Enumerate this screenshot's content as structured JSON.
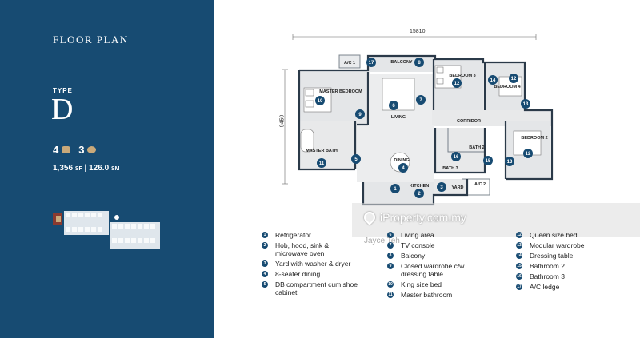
{
  "sidebar": {
    "title": "FLOOR PLAN",
    "type_label": "TYPE",
    "type_value": "D",
    "bedrooms": "4",
    "bathrooms": "3",
    "area_sf": "1,356",
    "area_sf_unit": "SF",
    "area_sm": "126.0",
    "area_sm_unit": "SM",
    "colors": {
      "background": "#174b72",
      "accent": "#c9a97a"
    }
  },
  "plan": {
    "width_dim": "15810",
    "height_dim": "9450",
    "rooms": {
      "ac1": "A/C 1",
      "balcony": "BALCONY",
      "master_bedroom": "MASTER BEDROOM",
      "living": "LIVING",
      "bedroom3": "BEDROOM 3",
      "bedroom4": "BEDROOM 4",
      "corridor": "CORRIDOR",
      "bedroom2": "BEDROOM 2",
      "master_bath": "MASTER BATH",
      "dining": "DINING",
      "bath2": "BATH 2",
      "bath3": "BATH 3",
      "kitchen": "KITCHEN",
      "yard": "YARD",
      "ac2": "A/C 2"
    },
    "markers": [
      "17",
      "8",
      "12",
      "14",
      "12",
      "13",
      "10",
      "6",
      "7",
      "9",
      "12",
      "3",
      "16",
      "15",
      "13",
      "11",
      "5",
      "4",
      "1",
      "2",
      "3"
    ]
  },
  "legend": [
    {
      "num": "1",
      "label": "Refrigerator"
    },
    {
      "num": "2",
      "label": "Hob, hood, sink & microwave oven"
    },
    {
      "num": "3",
      "label": "Yard with washer & dryer"
    },
    {
      "num": "4",
      "label": "8-seater dining"
    },
    {
      "num": "5",
      "label": "DB compartment cum shoe cabinet"
    },
    {
      "num": "6",
      "label": "Living area"
    },
    {
      "num": "7",
      "label": "TV console"
    },
    {
      "num": "8",
      "label": "Balcony"
    },
    {
      "num": "9",
      "label": "Closed wardrobe c/w dressing table"
    },
    {
      "num": "10",
      "label": "King size bed"
    },
    {
      "num": "11",
      "label": "Master bathroom"
    },
    {
      "num": "12",
      "label": "Queen size bed"
    },
    {
      "num": "13",
      "label": "Modular wardrobe"
    },
    {
      "num": "14",
      "label": "Dressing table"
    },
    {
      "num": "15",
      "label": "Bathroom 2"
    },
    {
      "num": "16",
      "label": "Bathroom 3"
    },
    {
      "num": "17",
      "label": "A/C ledge"
    }
  ],
  "watermark": {
    "brand": "iProperty.com.my",
    "user": "Jayce Teh"
  }
}
